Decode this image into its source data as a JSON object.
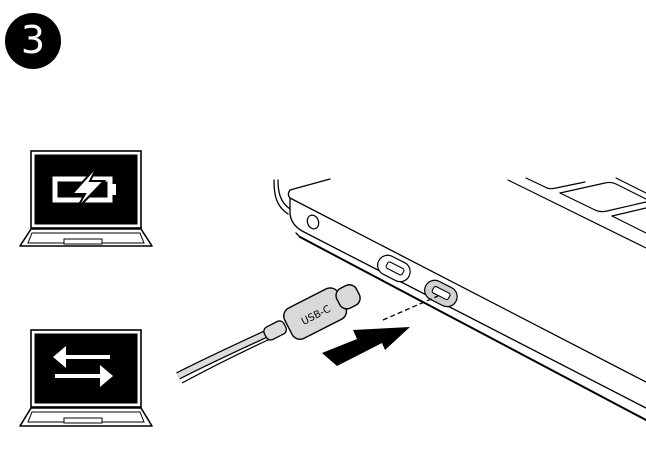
{
  "step": {
    "number": "3"
  },
  "icons": {
    "laptop_charging": {
      "name": "laptop-charging-icon",
      "glyph": "battery-with-lightning-bolt"
    },
    "laptop_data_transfer": {
      "name": "laptop-data-transfer-icon",
      "glyph": "bidirectional-arrows"
    }
  },
  "illustration": {
    "connector_label": "USB-C",
    "direction": "insert-arrow",
    "colors": {
      "ink": "#000000",
      "connector_fill": "#d9d9d9",
      "port_fill": "#d0d0d0",
      "background": "#ffffff"
    }
  }
}
